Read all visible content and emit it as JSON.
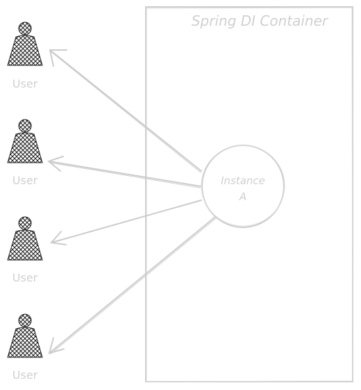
{
  "container": {
    "title": "Spring DI Container"
  },
  "instance": {
    "line1": "Instance",
    "line2": "A"
  },
  "users": [
    {
      "label": "User"
    },
    {
      "label": "User"
    },
    {
      "label": "User"
    },
    {
      "label": "User"
    }
  ],
  "colors": {
    "stroke": "#cccccc",
    "text": "#d0d0d0",
    "icon": "#1a1a1a"
  }
}
